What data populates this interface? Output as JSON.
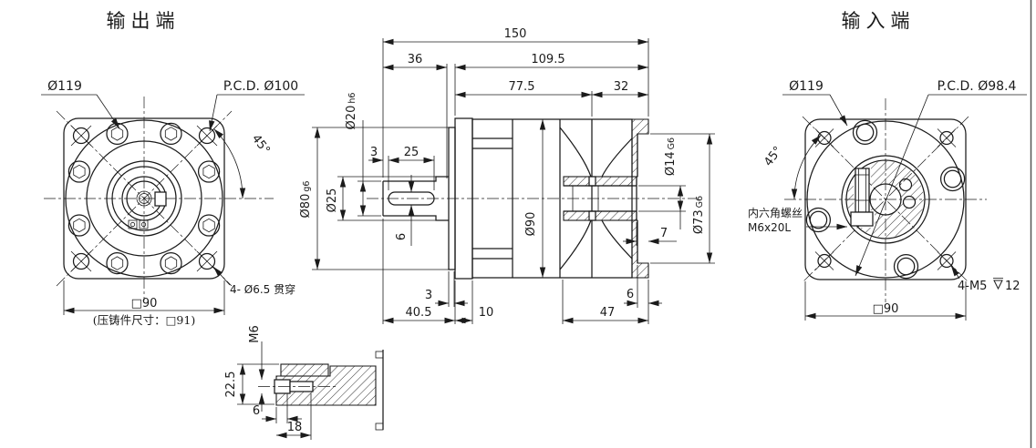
{
  "titles": {
    "output": "输出端",
    "input": "输入端"
  },
  "output_view": {
    "od": "Ø119",
    "pcd": "P.C.D. Ø100",
    "angle": "45°",
    "square": "□90",
    "casting_note": "(压铸件尺寸：□91)",
    "through_holes": "4- Ø6.5 贯穿"
  },
  "section_view": {
    "overall_length": "150",
    "shaft_length": "36",
    "body_length": "109.5",
    "front_length": "77.5",
    "rear_length": "32",
    "shaft_dia": "Ø20",
    "shaft_tol": "h6",
    "shoulder_dia": "Ø25",
    "pilot_dia": "Ø80",
    "pilot_tol": "g6",
    "key_offset": "3",
    "key_length": "25",
    "key_width": "6",
    "body_dia": "Ø90",
    "bore_dia": "Ø14",
    "bore_tol": "G6",
    "rear_pilot_dia": "Ø73",
    "rear_pilot_tol": "G6",
    "gap": "7",
    "pilot_length": "3",
    "flange_offset": "40.5",
    "flange_thickness": "10",
    "recess_depth": "6",
    "rear_section": "47"
  },
  "input_view": {
    "od": "Ø119",
    "pcd": "P.C.D. Ø98.4",
    "angle": "45°",
    "screw_note_line1": "内六角螺丝",
    "screw_note_line2": "M6x20L",
    "tapped_holes": "4-M5",
    "tapped_depth": "12",
    "square": "□90"
  },
  "detail_view": {
    "thread": "M6",
    "depth_from_face": "22.5",
    "thread_lead": "6",
    "hole_depth": "18"
  },
  "colors": {
    "line": "#1b1b1b",
    "background": "#ffffff"
  }
}
